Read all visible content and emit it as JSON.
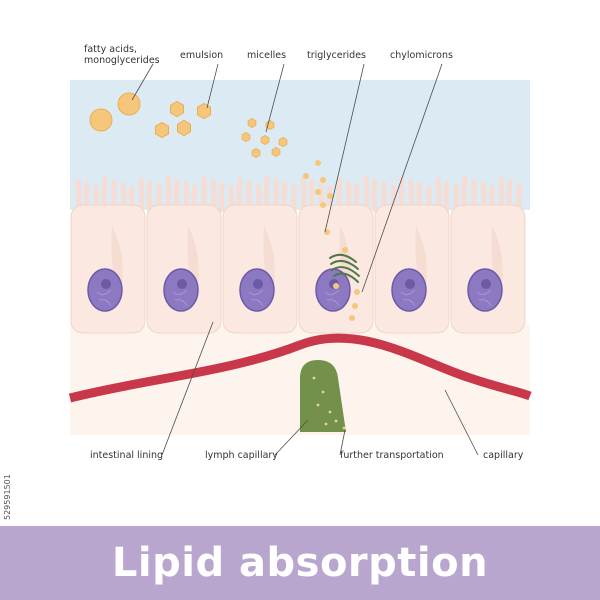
{
  "title": "Lipid absorption",
  "side_id": "529591501",
  "labels_top": {
    "fatty_acids_1": "fatty acids,",
    "fatty_acids_2": "monoglycerides",
    "emulsion": "emulsion",
    "micelles": "micelles",
    "triglycerides": "triglycerides",
    "chylomicrons": "chylomicrons"
  },
  "labels_bottom": {
    "intestinal_lining": "intestinal lining",
    "lymph_capillary": "lymph capillary",
    "further_transportation": "further transportation",
    "capillary": "capillary"
  },
  "colors": {
    "lumen": "#dbeaf3",
    "cell": "#fbe9e1",
    "nucleus": "#8d79c2",
    "capillary": "#c8374a",
    "lymph": "#73914a",
    "droplet": "#f6c77b",
    "banner": "#b9a6cf"
  }
}
